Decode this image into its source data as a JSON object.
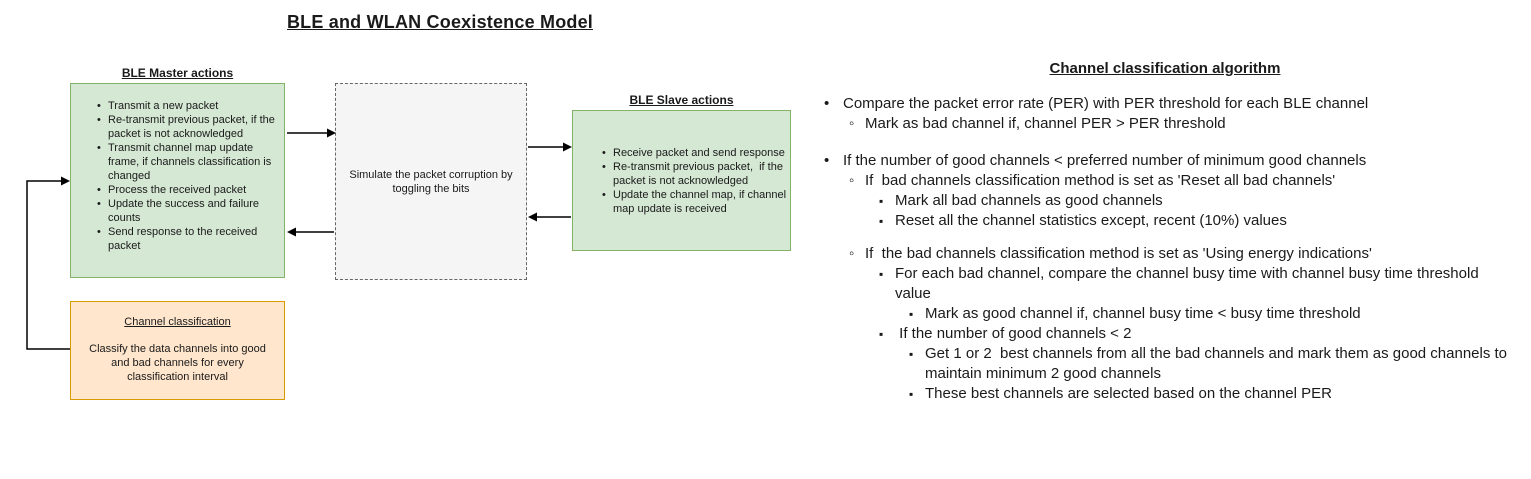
{
  "diagram_title": "BLE and WLAN Coexistence Model",
  "colors": {
    "background": "#ffffff",
    "box_green_fill": "#d5e8d4",
    "box_green_border": "#82b366",
    "box_orange_fill": "#ffe6cc",
    "box_orange_border": "#d79b00",
    "box_gray_fill": "#f5f5f5",
    "box_gray_border": "#666666",
    "text": "#1a1a1a",
    "arrow": "#000000"
  },
  "master_box": {
    "title": "BLE Master actions",
    "items": [
      "Transmit a new packet",
      "Re-transmit previous packet, if the packet is not acknowledged",
      "Transmit channel map update frame, if channels classification is changed",
      "Process the received packet",
      "Update the success and failure counts",
      "Send response to the received packet"
    ]
  },
  "simulate_box": {
    "text": "Simulate the packet corruption by toggling the bits"
  },
  "slave_box": {
    "title": "BLE Slave actions",
    "items": [
      "Receive packet and send response",
      "Re-transmit previous packet,  if the packet is not acknowledged",
      "Update the channel map, if channel map update is received"
    ]
  },
  "classification_box": {
    "title": "Channel classification",
    "body": "Classify the data channels into good and bad channels for every classification interval"
  },
  "algorithm": {
    "title": "Channel classification algorithm",
    "items": [
      {
        "level": 1,
        "text": "Compare the packet error rate (PER) with PER threshold for each BLE channel"
      },
      {
        "level": 2,
        "text": "Mark as bad channel if, channel PER > PER threshold"
      },
      {
        "level": 1,
        "text": "If the number of good channels < preferred number of minimum good channels"
      },
      {
        "level": 2,
        "text": "If  bad channels classification method is set as 'Reset all bad channels'"
      },
      {
        "level": 3,
        "text": "Mark all bad channels as good channels"
      },
      {
        "level": 3,
        "text": "Reset all the channel statistics except, recent (10%) values"
      },
      {
        "level": 2,
        "text": "If  the bad channels classification method is set as 'Using energy indications'"
      },
      {
        "level": 3,
        "text": "For each bad channel, compare the channel busy time with channel busy time threshold value"
      },
      {
        "level": 4,
        "text": "Mark as good channel if, channel busy time < busy time threshold"
      },
      {
        "level": 3,
        "text": " If the number of good channels < 2"
      },
      {
        "level": 4,
        "text": "Get 1 or 2  best channels from all the bad channels and mark them as good channels to maintain minimum 2 good channels"
      },
      {
        "level": 4,
        "text": "These best channels are selected based on the channel PER"
      }
    ]
  }
}
